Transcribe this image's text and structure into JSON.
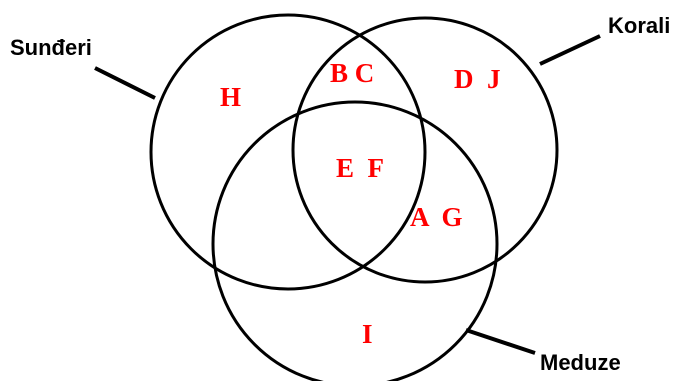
{
  "colors": {
    "outline": "#000000",
    "region_text": "#ff0000",
    "background": "#ffffff"
  },
  "sets": {
    "sundjeri": "Sunđeri",
    "korali": "Korali",
    "meduze": "Meduze"
  },
  "regions": {
    "sundjeri_only": "H",
    "korali_only": "D  J",
    "meduze_only": "I",
    "sundjeri_korali": "B C",
    "all_three": "E  F",
    "korali_meduze": "A  G"
  }
}
